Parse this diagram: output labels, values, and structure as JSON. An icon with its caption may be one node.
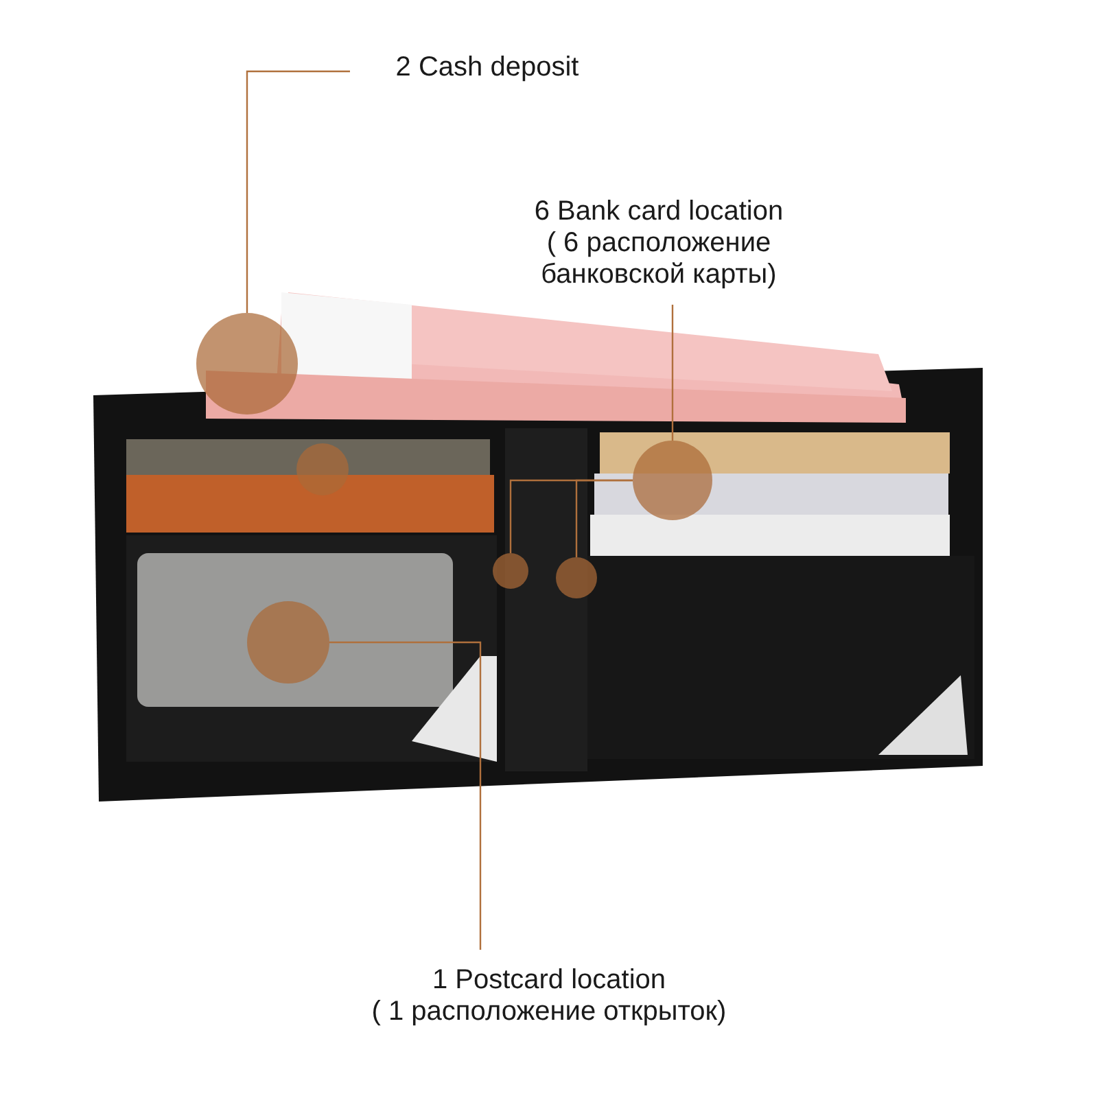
{
  "diagram": {
    "nodes": [
      {
        "text": [
          "2 Cash deposit"
        ]
      },
      {
        "text": [
          "6 Bank card location",
          "( 6 расположение банковской карты)"
        ]
      },
      {
        "text": [],
        "shape": "circle"
      },
      {
        "text": [],
        "shape": "circle"
      },
      {
        "text": [],
        "shape": "circle"
      },
      {
        "text": [],
        "shape": "circle"
      },
      {
        "text": [],
        "shape": "circle"
      },
      {
        "text": [],
        "shape": "circle"
      },
      {
        "text": [
          "1 Postcard location",
          "( 1 расположение открыток)"
        ]
      }
    ],
    "edges": [
      {
        "from": 0,
        "to": 2,
        "arrow": "none"
      },
      {
        "from": 1,
        "to": 4,
        "arrow": "none"
      },
      {
        "from": 4,
        "to": 5,
        "arrow": "none"
      },
      {
        "from": 4,
        "to": 6,
        "arrow": "none"
      },
      {
        "from": 8,
        "to": 7,
        "arrow": "none"
      }
    ]
  }
}
